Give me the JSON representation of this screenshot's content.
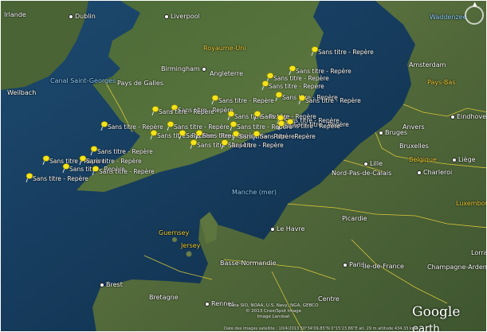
{
  "labels": {
    "cities": [
      {
        "id": "dublin",
        "text": "Dublin"
      },
      {
        "id": "liverpool",
        "text": "Liverpool"
      },
      {
        "id": "birmingham",
        "text": "Birmingham"
      },
      {
        "id": "amsterdam",
        "text": "Amsterdam"
      },
      {
        "id": "anvers",
        "text": "Anvers"
      },
      {
        "id": "bruges",
        "text": "Bruges"
      },
      {
        "id": "bruxelles",
        "text": "Bruxelles"
      },
      {
        "id": "eindhoven",
        "text": "Eindhoven"
      },
      {
        "id": "liege",
        "text": "Liège"
      },
      {
        "id": "charleroi",
        "text": "Charleroi"
      },
      {
        "id": "lille",
        "text": "Lille"
      },
      {
        "id": "le-havre",
        "text": "Le Havre"
      },
      {
        "id": "paris",
        "text": "Paris"
      },
      {
        "id": "brest",
        "text": "Brest"
      },
      {
        "id": "rennes",
        "text": "Rennes"
      },
      {
        "id": "irlande",
        "text": "Irlande"
      },
      {
        "id": "wicklow",
        "text": "Weilbach"
      }
    ],
    "regions": [
      {
        "id": "royaume-uni",
        "text": "Royaume-Uni"
      },
      {
        "id": "angleterre",
        "text": "Angleterre"
      },
      {
        "id": "pays-de-galles",
        "text": "Pays de Galles"
      },
      {
        "id": "pays-bas",
        "text": "Pays-Bas"
      },
      {
        "id": "belgique",
        "text": "Belgique"
      },
      {
        "id": "nord-pas-de-calais",
        "text": "Nord-Pas-de-Calais"
      },
      {
        "id": "picardie",
        "text": "Picardie"
      },
      {
        "id": "ile-de-france",
        "text": "Île-de-France"
      },
      {
        "id": "champagne-ardenne",
        "text": "Champagne-Ardenne"
      },
      {
        "id": "basse-normandie",
        "text": "Basse-Normandie"
      },
      {
        "id": "bretagne",
        "text": "Bretagne"
      },
      {
        "id": "guernsey",
        "text": "Guernsey"
      },
      {
        "id": "jersey",
        "text": "Jersey"
      },
      {
        "id": "luxembourg",
        "text": "Luxembourg"
      },
      {
        "id": "lorraine",
        "text": "Lorra"
      },
      {
        "id": "centre",
        "text": "Centre"
      },
      {
        "id": "waddenzee",
        "text": "Waddenzee"
      }
    ],
    "seas": [
      {
        "id": "canal-saint-georges",
        "text": "Canal Saint-Georges"
      },
      {
        "id": "manche",
        "text": "Manche (mer)"
      }
    ]
  },
  "markers": {
    "label": "Sans titre - Repère",
    "count": 30
  },
  "attribution": {
    "logo_primary": "Google",
    "logo_secondary": "earth",
    "credits_line1": "Data SIO, NOAA, U.S. Navy, NGA, GEBCO",
    "credits_line2": "© 2013 Cnes/Spot Image",
    "credits_line3": "Image Landsat",
    "status": "Date des images satellite : 10/4/2013   50°34'09.85\"N   0°15'23.86\"E   alt. 29 m   altitude 434.33 km"
  },
  "colors": {
    "ocean": "#123a5c",
    "land_uk": "#4a6b3a",
    "land_fr": "#55703f",
    "border": "#e8d23a",
    "pin": "#f4e41a"
  }
}
